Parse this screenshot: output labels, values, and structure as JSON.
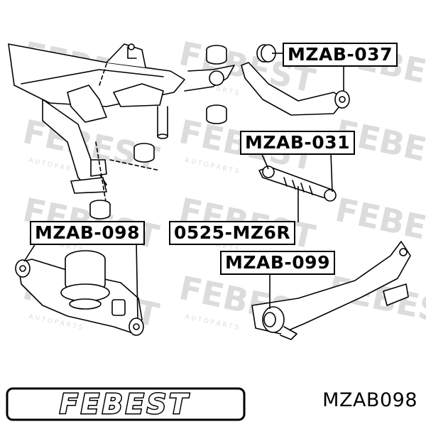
{
  "callouts": {
    "mzab037": "MZAB-037",
    "mzab031": "MZAB-031",
    "mzab098": "MZAB-098",
    "mz6r": "0525-MZ6R",
    "mzab099": "MZAB-099"
  },
  "watermark": {
    "brand": "FEBEST",
    "sub": "A U T O   P A R T S"
  },
  "logo": {
    "brand": "FEBEST"
  },
  "part_number": "MZAB098",
  "colors": {
    "ink": "#000000",
    "watermark": "#d6d6d6",
    "background": "#ffffff"
  }
}
